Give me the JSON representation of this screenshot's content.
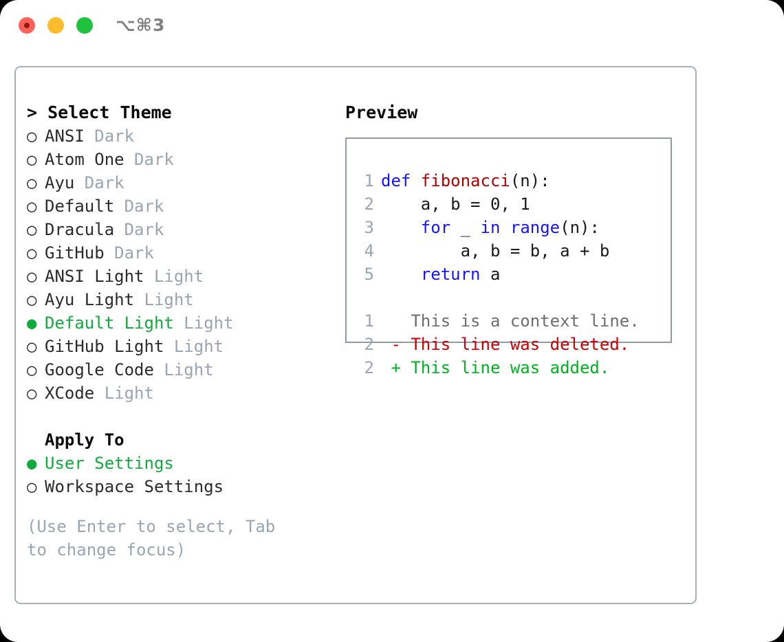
{
  "window": {
    "title": "⌥⌘3",
    "traffic_lights": [
      "close",
      "minimize",
      "zoom"
    ],
    "colors": {
      "close": "#ff6159",
      "minimize": "#ffbd2e",
      "zoom": "#1fc23c",
      "accent_green": "#11ab3d",
      "muted": "#9aa5b4",
      "border": "#a6b0bd"
    }
  },
  "theme_picker": {
    "header": "> Select Theme",
    "bullet_selected": "●",
    "bullet_unselected": "○",
    "items": [
      {
        "label": "ANSI",
        "tag": "Dark",
        "selected": false
      },
      {
        "label": "Atom One",
        "tag": "Dark",
        "selected": false
      },
      {
        "label": "Ayu",
        "tag": "Dark",
        "selected": false
      },
      {
        "label": "Default",
        "tag": "Dark",
        "selected": false
      },
      {
        "label": "Dracula",
        "tag": "Dark",
        "selected": false
      },
      {
        "label": "GitHub",
        "tag": "Dark",
        "selected": false
      },
      {
        "label": "ANSI Light",
        "tag": "Light",
        "selected": false
      },
      {
        "label": "Ayu Light",
        "tag": "Light",
        "selected": false
      },
      {
        "label": "Default Light",
        "tag": "Light",
        "selected": true
      },
      {
        "label": "GitHub Light",
        "tag": "Light",
        "selected": false
      },
      {
        "label": "Google Code",
        "tag": "Light",
        "selected": false
      },
      {
        "label": "XCode",
        "tag": "Light",
        "selected": false
      }
    ]
  },
  "apply_to": {
    "header": "Apply To",
    "items": [
      {
        "label": "User Settings",
        "selected": true
      },
      {
        "label": "Workspace Settings",
        "selected": false
      }
    ]
  },
  "hint": "(Use Enter to select, Tab to change focus)",
  "preview": {
    "header": "Preview",
    "code_lines": [
      {
        "num": "1",
        "tokens": [
          {
            "text": "def ",
            "kind": "kw"
          },
          {
            "text": "fibonacci",
            "kind": "fn"
          },
          {
            "text": "(n):",
            "kind": "txt"
          }
        ]
      },
      {
        "num": "2",
        "tokens": [
          {
            "text": "    a, b = 0, 1",
            "kind": "txt"
          }
        ]
      },
      {
        "num": "3",
        "tokens": [
          {
            "text": "    ",
            "kind": "txt"
          },
          {
            "text": "for",
            "kind": "kw"
          },
          {
            "text": " _ ",
            "kind": "txt"
          },
          {
            "text": "in",
            "kind": "kw"
          },
          {
            "text": " ",
            "kind": "txt"
          },
          {
            "text": "range",
            "kind": "kw"
          },
          {
            "text": "(n):",
            "kind": "txt"
          }
        ]
      },
      {
        "num": "4",
        "tokens": [
          {
            "text": "        a, b = b, a + b",
            "kind": "txt"
          }
        ]
      },
      {
        "num": "5",
        "tokens": [
          {
            "text": "    ",
            "kind": "txt"
          },
          {
            "text": "return",
            "kind": "kw"
          },
          {
            "text": " a",
            "kind": "txt"
          }
        ]
      }
    ],
    "diff_lines": [
      {
        "num": "1",
        "marker": " ",
        "text": "This is a context line.",
        "kind": "ctx"
      },
      {
        "num": "2",
        "marker": "-",
        "text": "This line was deleted.",
        "kind": "del"
      },
      {
        "num": "2",
        "marker": "+",
        "text": "This line was added.",
        "kind": "add"
      }
    ],
    "syntax_colors": {
      "keyword": "#1414ff",
      "function": "#b00000",
      "text": "#1a1a1a",
      "line_number": "#9aa5b4",
      "diff_context": "#6e6e6e",
      "diff_deleted": "#cc0000",
      "diff_added": "#00b320"
    }
  }
}
